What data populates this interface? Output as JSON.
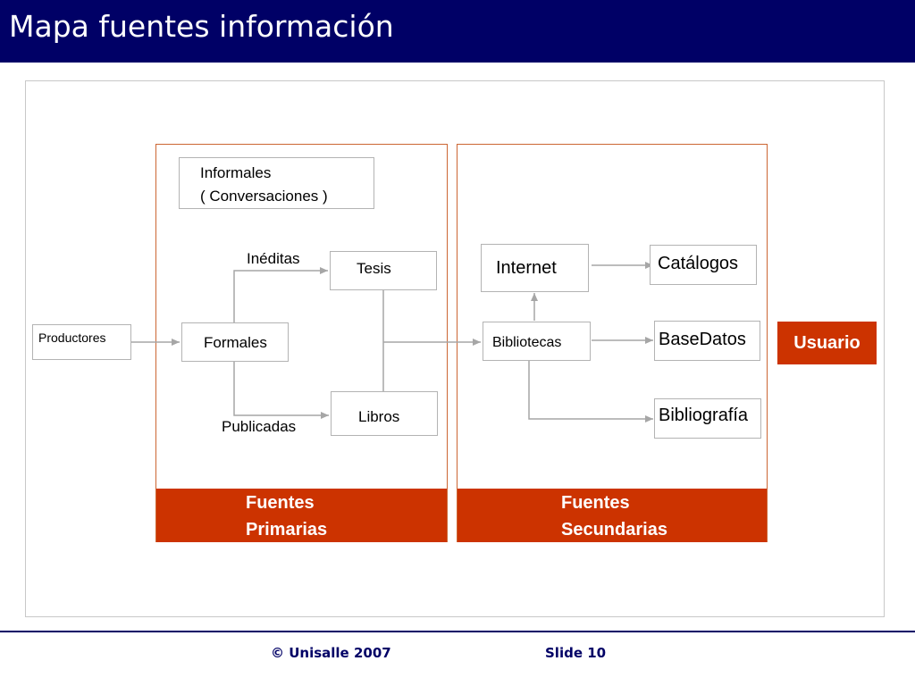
{
  "slide": {
    "title": "Mapa fuentes información"
  },
  "diagram": {
    "productores": "Productores",
    "informales_line1": "Informales",
    "informales_line2": "( Conversaciones )",
    "formales": "Formales",
    "ineditas": "Inéditas",
    "publicadas": "Publicadas",
    "tesis": "Tesis",
    "libros": "Libros",
    "internet": "Internet",
    "bibliotecas": "Bibliotecas",
    "catalogos": "Catálogos",
    "basedatos": "BaseDatos",
    "bibliografia": "Bibliografía",
    "usuario": "Usuario",
    "primarias_line1": "Fuentes",
    "primarias_line2": "Primarias",
    "secundarias_line1": "Fuentes",
    "secundarias_line2": "Secundarias"
  },
  "footer": {
    "copyright": "© Unisalle 2007",
    "slide_number": "Slide 10"
  },
  "colors": {
    "title_bar": "#000066",
    "accent": "#cc3300",
    "panel_border": "#cc6633",
    "connector": "#a6a6a6"
  }
}
